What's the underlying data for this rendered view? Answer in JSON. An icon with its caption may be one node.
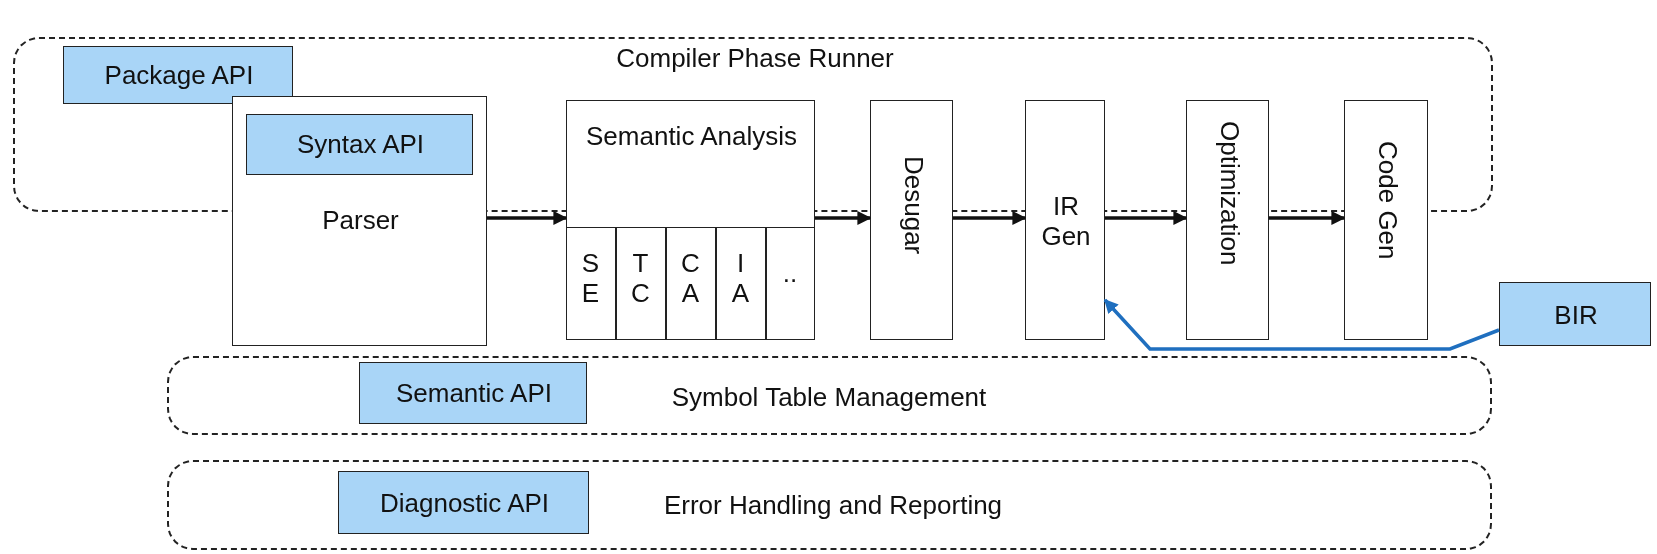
{
  "diagram": {
    "nodes": [
      {
        "text": [
          "Compiler Phase Runner"
        ]
      },
      {
        "text": [
          "Package API"
        ],
        "in": 0
      },
      {
        "text": [
          "Parser"
        ]
      },
      {
        "text": [
          "Syntax API"
        ]
      },
      {
        "text": [
          "Semantic Analysis"
        ]
      },
      {
        "text": [
          "S E"
        ],
        "in": 4
      },
      {
        "text": [
          "T C"
        ],
        "in": 4
      },
      {
        "text": [
          "C A"
        ],
        "in": 4
      },
      {
        "text": [
          "I A"
        ],
        "in": 4
      },
      {
        "text": [
          ".."
        ],
        "in": 4
      },
      {
        "text": [
          "Desugar"
        ]
      },
      {
        "text": [
          "IR Gen"
        ]
      },
      {
        "text": [
          "Optimization"
        ]
      },
      {
        "text": [
          "Code Gen"
        ]
      },
      {
        "text": [
          "BIR"
        ]
      },
      {
        "text": [
          "Symbol Table Management"
        ]
      },
      {
        "text": [
          "Semantic API"
        ],
        "in": 15
      },
      {
        "text": [
          "Error Handling and Reporting"
        ]
      },
      {
        "text": [
          "Diagnostic API"
        ],
        "in": 17
      }
    ],
    "edges": [
      {
        "from": 2,
        "to": 4,
        "arrow": "to"
      },
      {
        "from": 4,
        "to": 10,
        "arrow": "to"
      },
      {
        "from": 10,
        "to": 11,
        "arrow": "to"
      },
      {
        "from": 11,
        "to": 12,
        "arrow": "to"
      },
      {
        "from": 12,
        "to": 13,
        "arrow": "to"
      },
      {
        "from": 14,
        "to": 11,
        "arrow": "to",
        "color": "#1f6fbf"
      }
    ]
  }
}
